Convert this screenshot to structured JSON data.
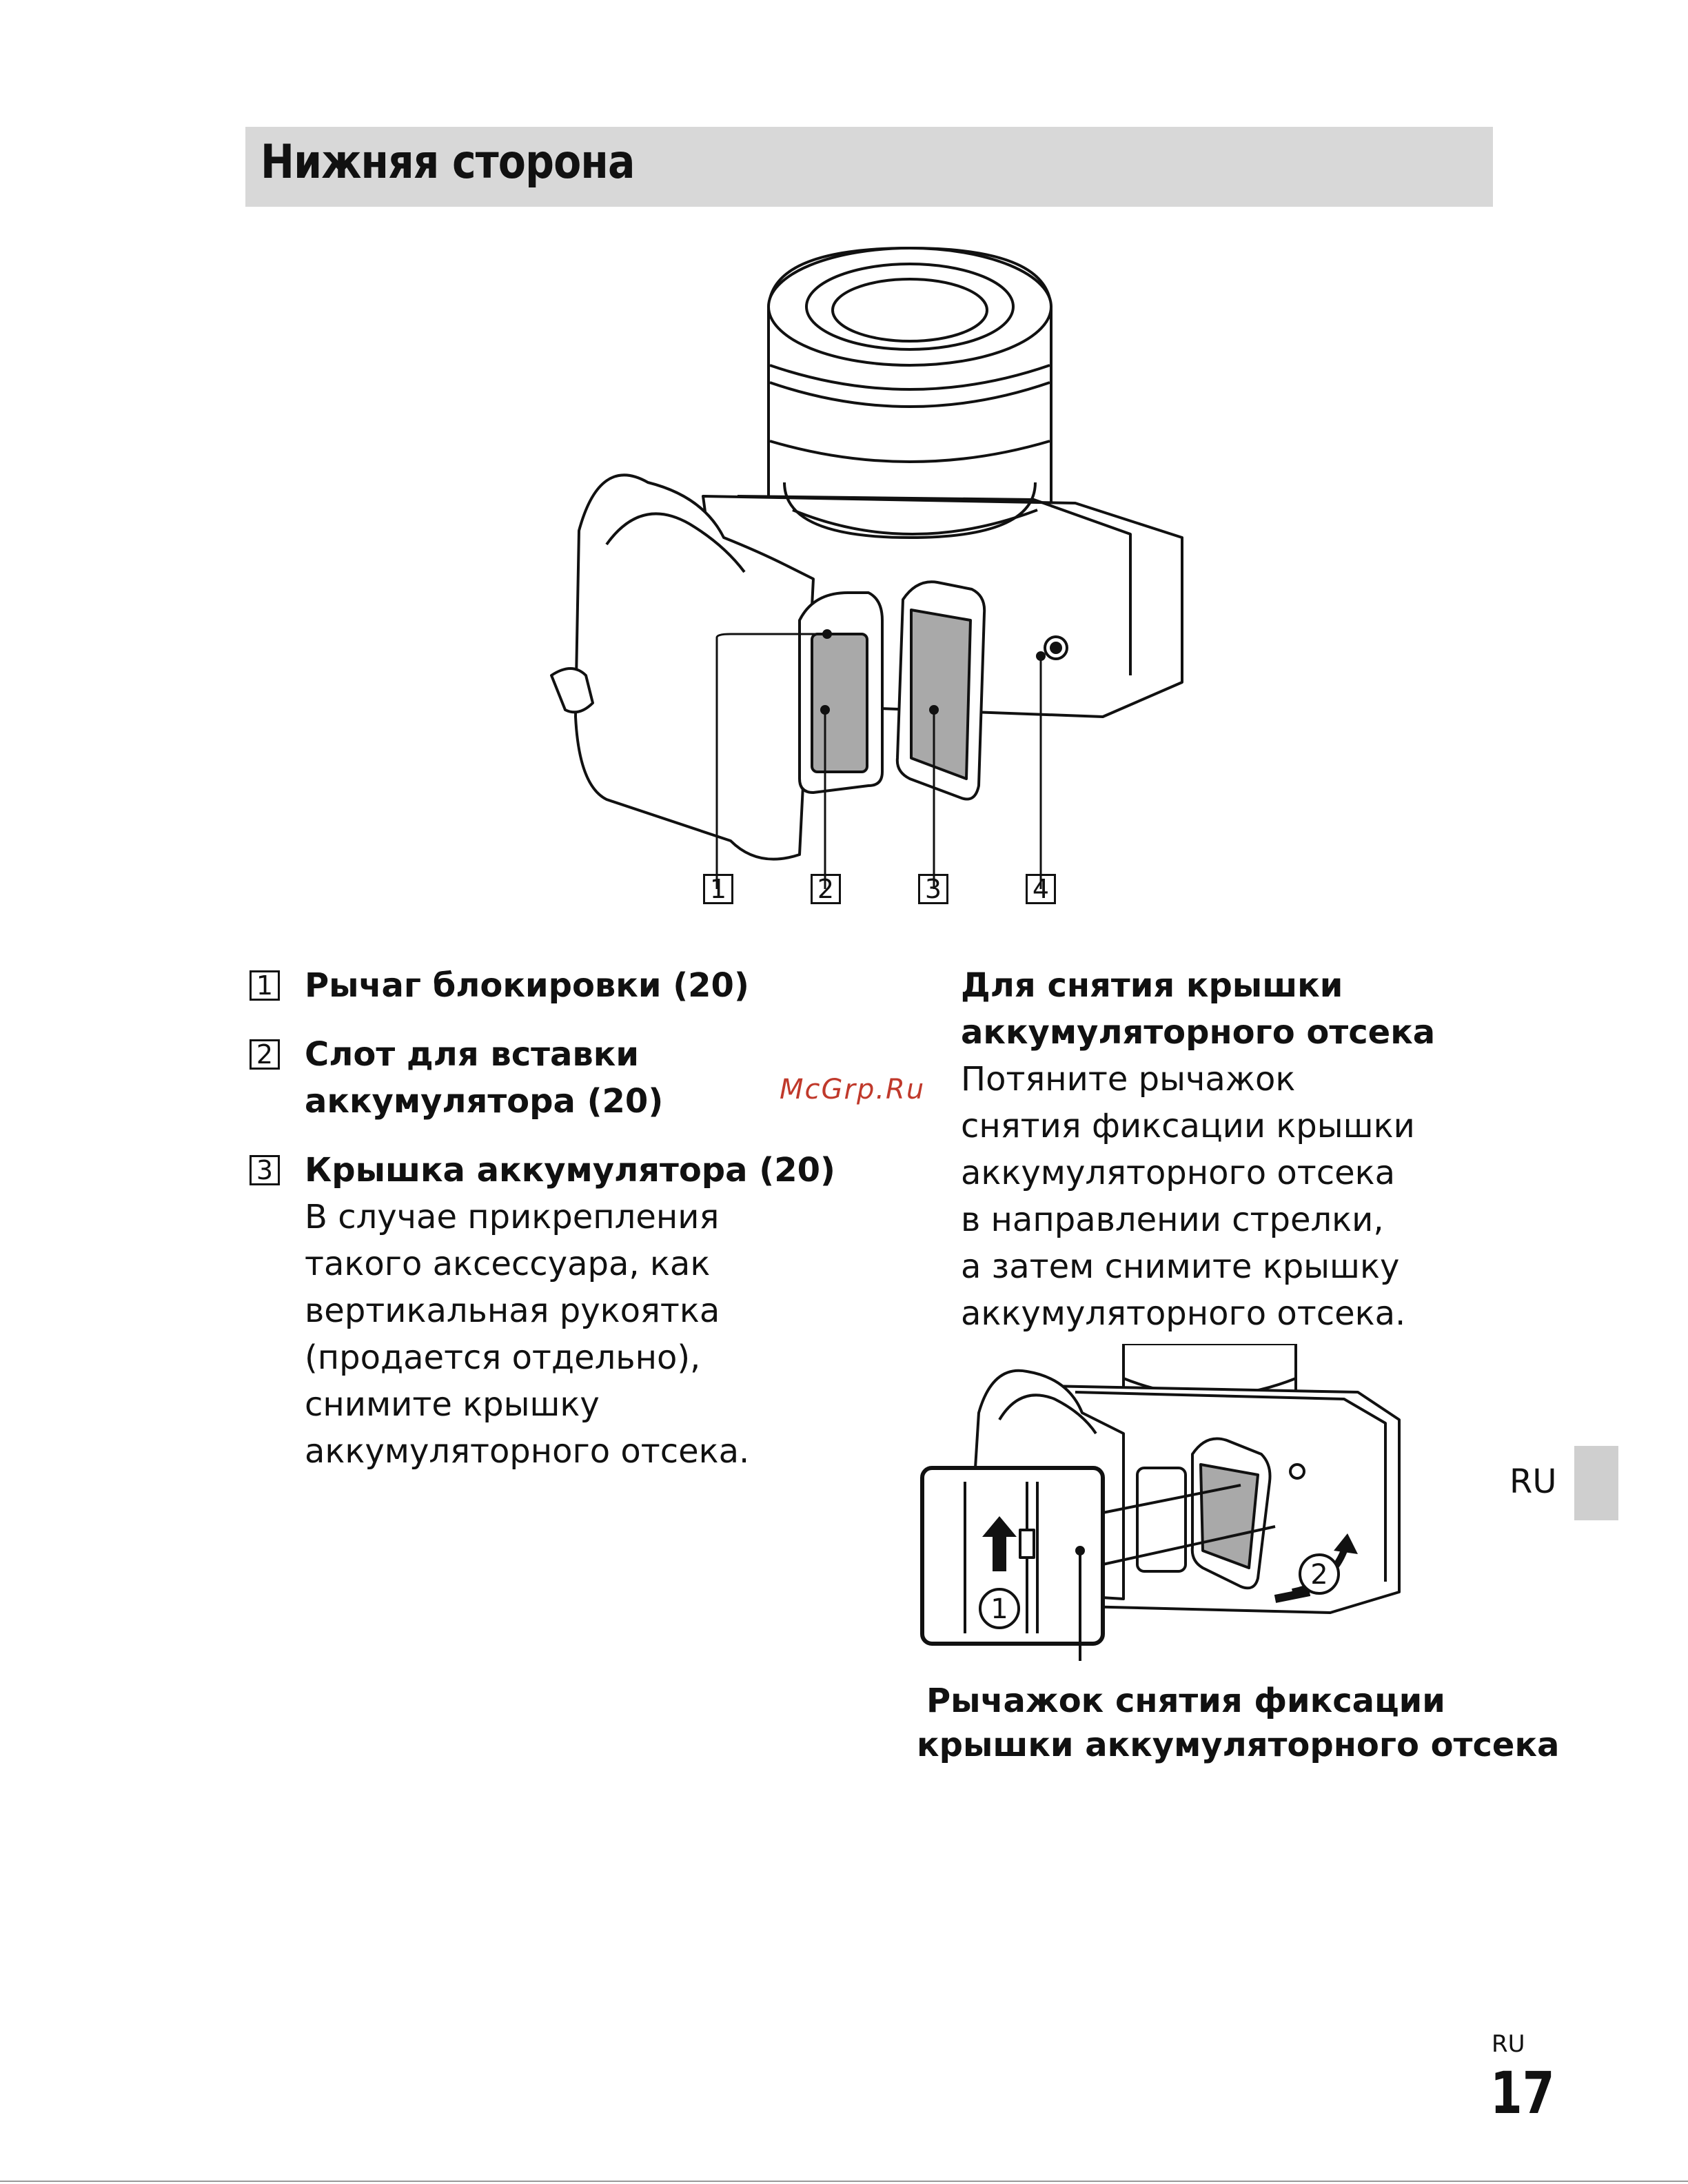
{
  "header": {
    "title": "Нижняя сторона"
  },
  "figure": {
    "callouts": [
      "1",
      "2",
      "3",
      "4"
    ]
  },
  "items": [
    {
      "num": "1",
      "title": "Рычаг блокировки (20)"
    },
    {
      "num": "2",
      "title_line1": "Слот для вставки",
      "title_line2": "аккумулятора (20)"
    },
    {
      "num": "3",
      "title": "Крышка аккумулятора (20)",
      "desc": [
        "В случае прикрепления",
        "такого аксессуара, как",
        "вертикальная рукоятка",
        "(продается отдельно),",
        "снимите крышку",
        "аккумуляторного отсека."
      ]
    }
  ],
  "watermark": "McGrp.Ru",
  "right": {
    "heading": [
      "Для снятия крышки",
      "аккумуляторного отсека"
    ],
    "body": [
      "Потяните рычажок",
      "снятия фиксации крышки",
      "аккумуляторного отсека",
      "в направлении стрелки,",
      "а затем снимите крышку",
      "аккумуляторного отсека."
    ],
    "step1": "1",
    "step2": "2",
    "caption": [
      "Рычажок снятия фиксации",
      "крышки аккумуляторного отсека"
    ]
  },
  "side_tab": "RU",
  "footer": {
    "lang": "RU",
    "page": "17"
  }
}
